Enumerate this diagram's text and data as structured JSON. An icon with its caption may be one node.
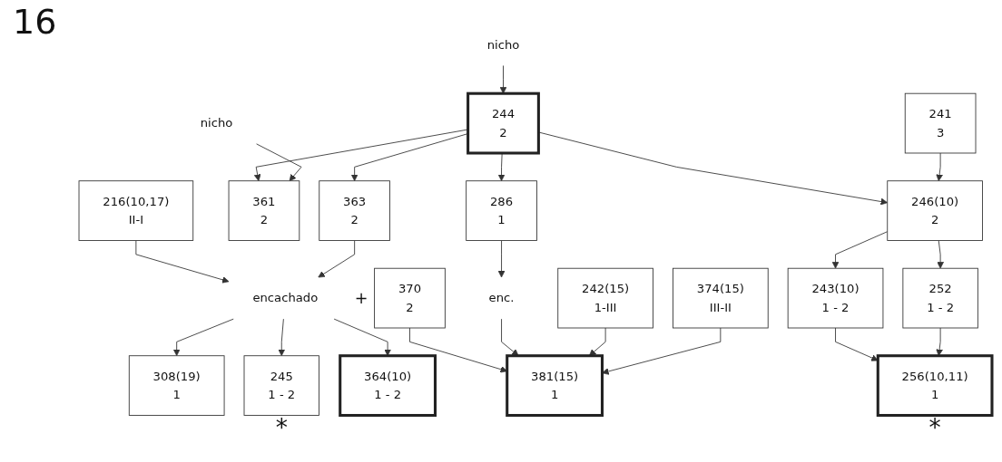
{
  "diagram": {
    "title": "16",
    "nodes": [
      {
        "text": [
          "nicho"
        ]
      },
      {
        "text": [
          "244",
          "2"
        ]
      },
      {
        "text": [
          "241",
          "3"
        ]
      },
      {
        "text": [
          "216(10,17)",
          "II-I"
        ]
      },
      {
        "text": [
          "nicho"
        ]
      },
      {
        "text": [
          "361",
          "2"
        ]
      },
      {
        "text": [
          "363",
          "2"
        ]
      },
      {
        "text": [
          "286",
          "1"
        ]
      },
      {
        "text": [
          "246(10)",
          "2"
        ]
      },
      {
        "text": [
          "370",
          "2"
        ],
        "beside": [
          "+"
        ]
      },
      {
        "text": [
          "enc."
        ]
      },
      {
        "text": [
          "242(15)",
          "1-III"
        ]
      },
      {
        "text": [
          "374(15)",
          "III-II"
        ]
      },
      {
        "text": [
          "encachado"
        ]
      },
      {
        "text": [
          "243(10)",
          "1 - 2"
        ]
      },
      {
        "text": [
          "252",
          "1 - 2"
        ]
      },
      {
        "text": [
          "381(15)",
          "1"
        ]
      },
      {
        "text": [
          "308(19)",
          "1"
        ]
      },
      {
        "text": [
          "245",
          "1 - 2"
        ],
        "beside": [
          "*"
        ]
      },
      {
        "text": [
          "364(10)",
          "1 - 2"
        ]
      },
      {
        "text": [
          "256(10,11)",
          "1"
        ],
        "beside": [
          "*"
        ]
      }
    ],
    "edges": [
      {
        "from": 0,
        "to": 1,
        "arrow": "to"
      },
      {
        "from": 1,
        "to": 5,
        "arrow": "to"
      },
      {
        "from": 1,
        "to": 6,
        "arrow": "to"
      },
      {
        "from": 1,
        "to": 7,
        "arrow": "to"
      },
      {
        "from": 1,
        "to": 8,
        "arrow": "to"
      },
      {
        "from": 2,
        "to": 8,
        "arrow": "to"
      },
      {
        "from": 4,
        "to": 5,
        "arrow": "to"
      },
      {
        "from": 3,
        "to": 13,
        "arrow": "to"
      },
      {
        "from": 6,
        "to": 13,
        "arrow": "to"
      },
      {
        "from": 7,
        "to": 10,
        "arrow": "to"
      },
      {
        "from": 9,
        "to": 16,
        "arrow": "to"
      },
      {
        "from": 10,
        "to": 16,
        "arrow": "to"
      },
      {
        "from": 11,
        "to": 16,
        "arrow": "to"
      },
      {
        "from": 12,
        "to": 16,
        "arrow": "to"
      },
      {
        "from": 13,
        "to": 17,
        "arrow": "to"
      },
      {
        "from": 13,
        "to": 18,
        "arrow": "to"
      },
      {
        "from": 13,
        "to": 19,
        "arrow": "to"
      },
      {
        "from": 8,
        "to": 14,
        "arrow": "to"
      },
      {
        "from": 8,
        "to": 15,
        "arrow": "to"
      },
      {
        "from": 14,
        "to": 20,
        "arrow": "to"
      },
      {
        "from": 15,
        "to": 20,
        "arrow": "to"
      }
    ]
  }
}
